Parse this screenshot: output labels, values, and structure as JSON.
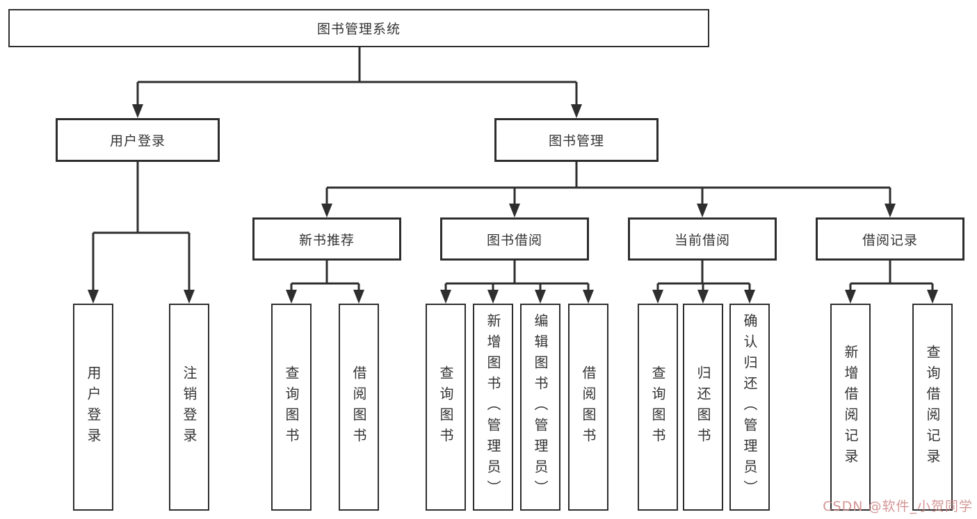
{
  "diagram": {
    "type": "hierarchy-tree",
    "title": "图书管理系统",
    "watermark": "CSDN @软件_小贺同学",
    "colors": {
      "background": "#ffffff",
      "box_fill": "#ffffff",
      "box_border": "#2d2d2d",
      "line": "#2e2e2e",
      "text": "#333333",
      "watermark": "#cf8a8a"
    },
    "nodes": {
      "root": "图书管理系统",
      "user_login": "用户登录",
      "book_mgmt": "图书管理",
      "new_book_rec": "新书推荐",
      "book_borrow": "图书借阅",
      "current_borrow": "当前借阅",
      "borrow_records": "借阅记录",
      "ul_login": "用户登录",
      "ul_logout": "注销登录",
      "nb_query": "查询图书",
      "nb_borrow": "借阅图书",
      "bb_query": "查询图书",
      "bb_add": "新增图书（管理员）",
      "bb_edit": "编辑图书（管理员）",
      "bb_borrow": "借阅图书",
      "cb_query": "查询图书",
      "cb_return": "归还图书",
      "cb_confirm": "确认归还（管理员）",
      "br_add": "新增借阅记录",
      "br_query": "查询借阅记录"
    },
    "structure": {
      "图书管理系统": {
        "用户登录": [
          "用户登录",
          "注销登录"
        ],
        "图书管理": {
          "新书推荐": [
            "查询图书",
            "借阅图书"
          ],
          "图书借阅": [
            "查询图书",
            "新增图书（管理员）",
            "编辑图书（管理员）",
            "借阅图书"
          ],
          "当前借阅": [
            "查询图书",
            "归还图书",
            "确认归还（管理员）"
          ],
          "借阅记录": [
            "新增借阅记录",
            "查询借阅记录"
          ]
        }
      }
    }
  }
}
